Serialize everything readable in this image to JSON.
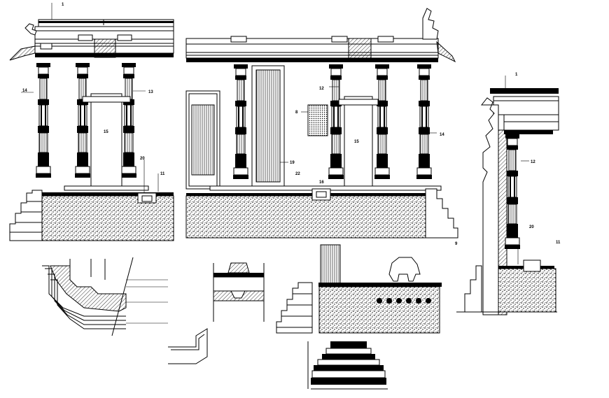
{
  "drawing": {
    "callouts": [
      {
        "id": "c1",
        "num": "1"
      },
      {
        "id": "c14a",
        "num": "14"
      },
      {
        "id": "c13",
        "num": "13"
      },
      {
        "id": "c15a",
        "num": "15"
      },
      {
        "id": "c20a",
        "num": "20"
      },
      {
        "id": "c11a",
        "num": "11"
      },
      {
        "id": "c8",
        "num": "8"
      },
      {
        "id": "c19",
        "num": "19"
      },
      {
        "id": "c15b",
        "num": "15"
      },
      {
        "id": "c14b",
        "num": "14"
      },
      {
        "id": "c12a",
        "num": "12"
      },
      {
        "id": "c22",
        "num": "22"
      },
      {
        "id": "c16",
        "num": "16"
      },
      {
        "id": "c1b",
        "num": "1"
      },
      {
        "id": "c12b",
        "num": "12"
      },
      {
        "id": "c20b",
        "num": "20"
      },
      {
        "id": "c11b",
        "num": "11"
      },
      {
        "id": "c9",
        "num": "9"
      }
    ]
  }
}
